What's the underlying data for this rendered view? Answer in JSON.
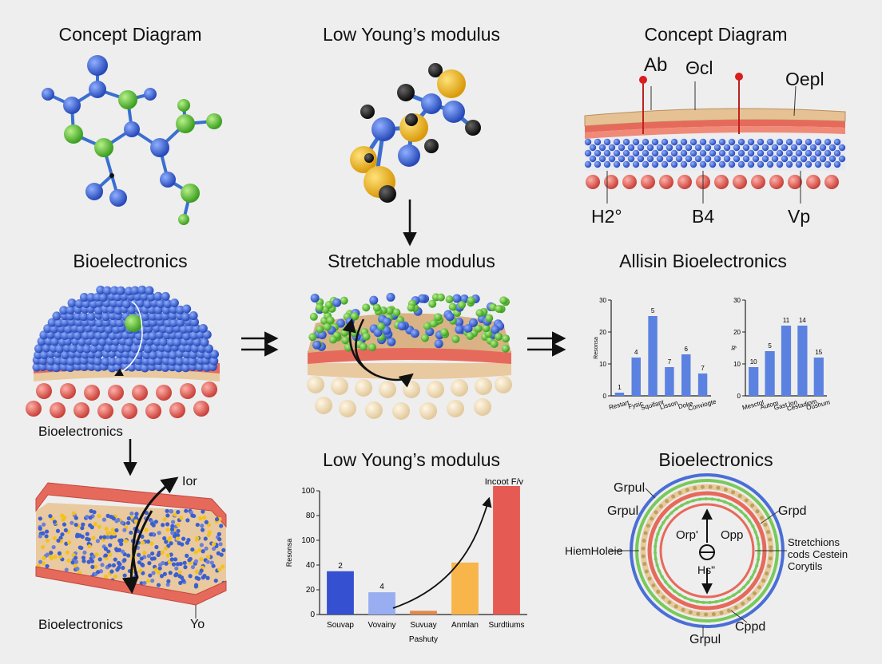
{
  "titles": {
    "top_left": "Concept Diagram",
    "top_center": "Low Young’s modulus",
    "top_right": "Concept Diagram",
    "mid_left": "Bioelectronics",
    "mid_center": "Stretchable modulus",
    "mid_right": "Allisin Bioelectronics",
    "bot_center": "Low Young’s modulus",
    "bot_right": "Bioelectronics"
  },
  "layer_labels": {
    "ab": "Ab",
    "ocl": "Θcl",
    "oepl": "Oepl",
    "h2o": "H2°",
    "b4": "B4",
    "vp": "Vp"
  },
  "side_labels": {
    "bioelectronics_mid": "Bioelectronics",
    "bioelectronics_bottom": "Bioelectronics",
    "lor": "Ior",
    "yo": "Yo"
  },
  "ring_labels": {
    "grpul_top": "Grpul",
    "grpul_left": "Grpul",
    "grpd": "Grpd",
    "hiemholeie": "HiemHoleie",
    "orp": "Orp'",
    "opp": "Opp",
    "hsn": "Hs\"",
    "stretchions": "Stretchions\ncods Cestein\nCorytils",
    "cppd": "Cppd",
    "grpul_bottom": "Grpul"
  },
  "colors": {
    "blue": "#3b66d9",
    "green": "#5cc93a",
    "yellow": "#f2c21e",
    "red": "#e0645a",
    "tan": "#e9c9a0",
    "bar": "#5b82e0"
  },
  "chart_data": [
    {
      "type": "bar",
      "title": "",
      "ylabel": "Resonsa",
      "ylim": [
        0,
        30
      ],
      "yticks": [
        0,
        10,
        20,
        30
      ],
      "categories": [
        "Restart",
        "Fysic",
        "Squifant",
        "Lisson",
        "Doke",
        "Conviogte"
      ],
      "values": [
        1,
        12,
        25,
        9,
        13,
        7
      ],
      "bar_labels": [
        "1",
        "4",
        "5",
        "7",
        "6",
        "7"
      ],
      "colors": [
        "#5b82e0",
        "#5b82e0",
        "#5b82e0",
        "#5b82e0",
        "#5b82e0",
        "#5b82e0"
      ]
    },
    {
      "type": "bar",
      "title": "",
      "ylabel": "Ig",
      "ylim": [
        0,
        30
      ],
      "yticks": [
        0,
        10,
        20,
        30
      ],
      "categories": [
        "Mesctol",
        "Autom",
        "Gast lon",
        "Cestadiom",
        "Oushum"
      ],
      "values": [
        9,
        14,
        22,
        22,
        12
      ],
      "bar_labels": [
        "10",
        "5",
        "11",
        "14",
        "15"
      ],
      "colors": [
        "#5b82e0",
        "#5b82e0",
        "#5b82e0",
        "#5b82e0",
        "#5b82e0"
      ]
    },
    {
      "type": "bar",
      "title": "",
      "ylabel": "Resonsa",
      "xlabel": "Pashuty",
      "ylim": [
        0,
        100
      ],
      "yticks": [
        0,
        20,
        40,
        100,
        80,
        100
      ],
      "categories": [
        "Souvap",
        "Vovainy",
        "Suvuay",
        "Anmlan",
        "Surdtiums"
      ],
      "values": [
        35,
        18,
        3,
        42,
        110
      ],
      "bar_labels": [
        "2",
        "4",
        "",
        "",
        ""
      ],
      "colors": [
        "#3550d0",
        "#98aef0",
        "#e08a4a",
        "#f7b54a",
        "#e55a52"
      ],
      "annotation": "Incoot F/v"
    }
  ]
}
